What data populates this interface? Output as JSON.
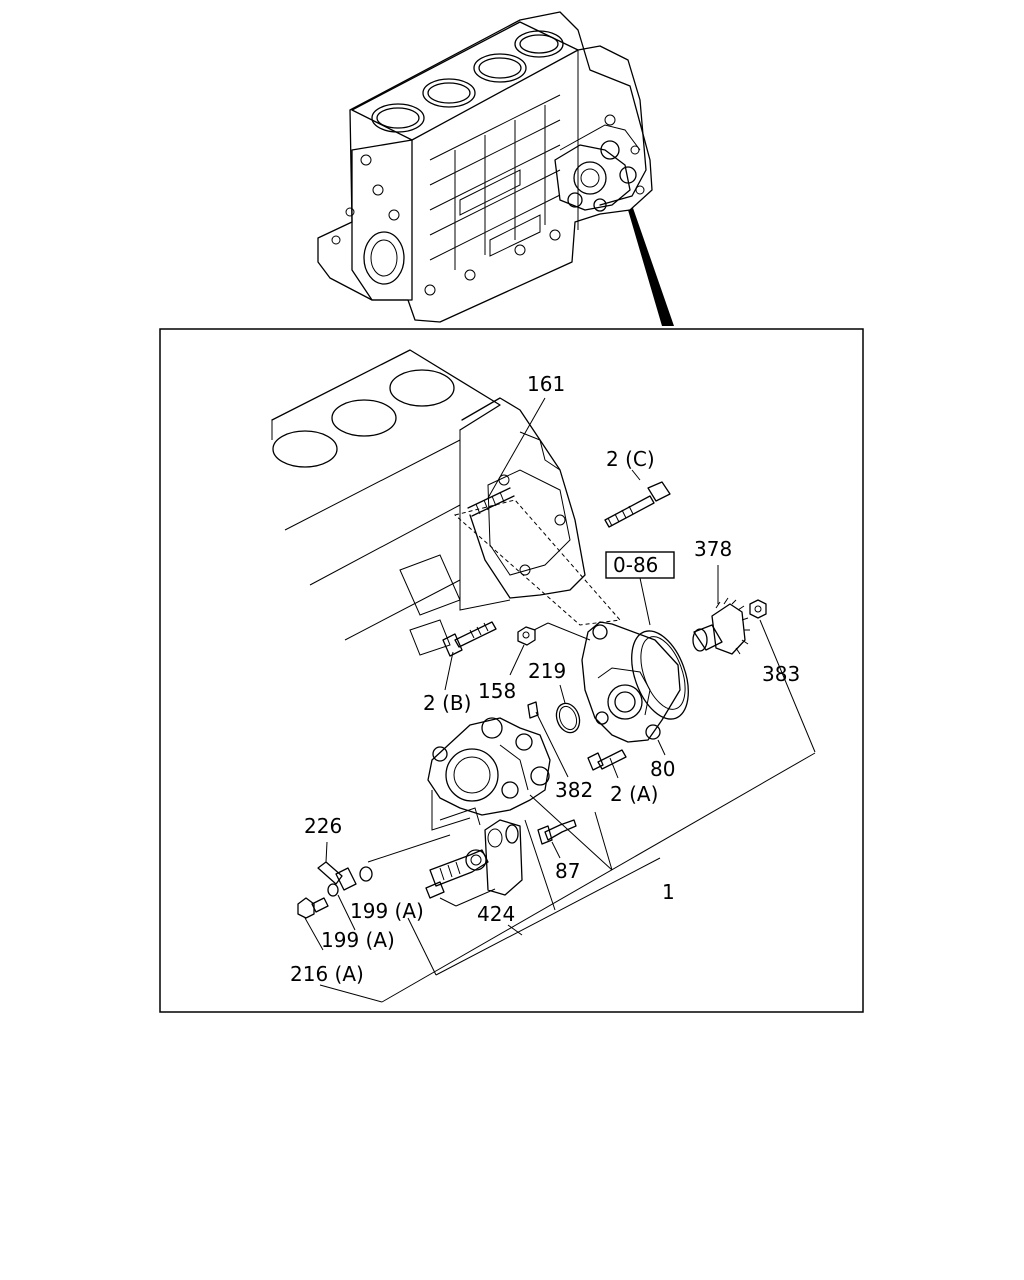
{
  "labels": {
    "p161": "161",
    "p2c": "2 (C)",
    "p378": "378",
    "ref": "0-86",
    "p383": "383",
    "p219": "219",
    "p158": "158",
    "p2b": "2 (B)",
    "p80": "80",
    "p382": "382",
    "p2a": "2 (A)",
    "p226": "226",
    "p87": "87",
    "p1": "1",
    "p199a1": "199 (A)",
    "p424": "424",
    "p199a2": "199 (A)",
    "p216a": "216 (A)"
  }
}
